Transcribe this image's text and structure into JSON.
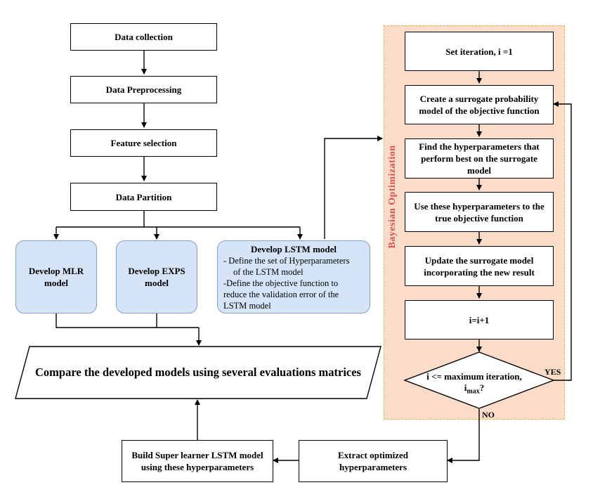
{
  "flow": {
    "data_collection": "Data collection",
    "data_preprocessing": "Data Preprocessing",
    "feature_selection": "Feature selection",
    "data_partition": "Data Partition",
    "mlr": "Develop MLR model",
    "exps": "Develop EXPS model",
    "lstm": {
      "title": "Develop LSTM model",
      "line1": "- Define the set of Hyperparameters",
      "line2": "of the LSTM model",
      "line3": "-Define the objective function to",
      "line4": "reduce the validation error of the",
      "line5": "LSTM model"
    },
    "compare": "Compare the developed models using several evaluations matrices",
    "super_learner": "Build Super learner LSTM model using these hyperparameters",
    "extract": "Extract optimized hyperparameters"
  },
  "bayes": {
    "panel_label": "Bayesian Optimization",
    "set_iteration": "Set iteration, i =1",
    "surrogate": "Create a surrogate probability model of the objective function",
    "find_hyper": "Find the hyperparameters that perform best on the surrogate model",
    "use_hyper": "Use these hyperparameters to the true objective function",
    "update": "Update the surrogate model incorporating the new result",
    "increment": "i=i+1",
    "decision_line1": "i <= maximum iteration,",
    "decision_i": "i",
    "decision_sub": "max",
    "decision_q": "?",
    "yes": "YES",
    "no": "NO"
  },
  "colors": {
    "panel_fill": "#fbdcc8",
    "panel_border": "#e8b84a",
    "panel_label": "#e05050",
    "model_fill": "#d6e4f7",
    "model_border": "#7f9fc9"
  }
}
